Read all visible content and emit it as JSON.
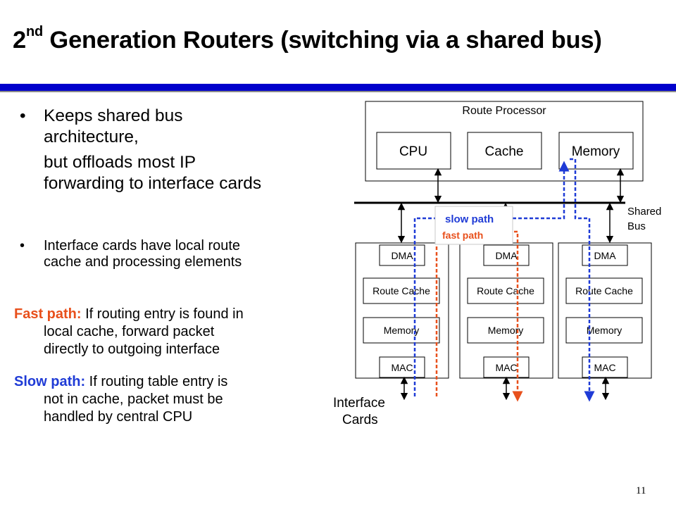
{
  "slide": {
    "title_pre": "2",
    "title_sup": "nd",
    "title_post": " Generation Routers (switching via a shared bus)",
    "page_number": "11"
  },
  "bullets": {
    "b1_line1": "Keeps shared bus",
    "b1_line2": "architecture,",
    "b1_line3": "but offloads most IP",
    "b1_line4": "forwarding to interface cards",
    "b2_line1": "Interface cards have local route",
    "b2_line2": "cache and processing elements"
  },
  "definitions": {
    "fast_label": "Fast path:",
    "fast_line1": " If routing entry is found in",
    "fast_line2": "local cache, forward packet",
    "fast_line3": "directly to outgoing interface",
    "slow_label": "Slow path:",
    "slow_line1": "  If routing table entry is",
    "slow_line2": "not in cache, packet must be",
    "slow_line3": "handled by central CPU"
  },
  "diagram": {
    "route_processor": "Route Processor",
    "cpu": "CPU",
    "cache": "Cache",
    "memory": "Memory",
    "shared_bus_1": "Shared",
    "shared_bus_2": "Bus",
    "slow_path": "slow path",
    "fast_path": "fast path",
    "card_dma": "DMA",
    "card_route_cache": "Route Cache",
    "card_memory": "Memory",
    "card_mac": "MAC",
    "interface_cards_1": "Interface",
    "interface_cards_2": "Cards"
  },
  "colors": {
    "title_rule": "#0000cc",
    "fast_path": "#e8501c",
    "slow_path": "#1f3bd6"
  }
}
